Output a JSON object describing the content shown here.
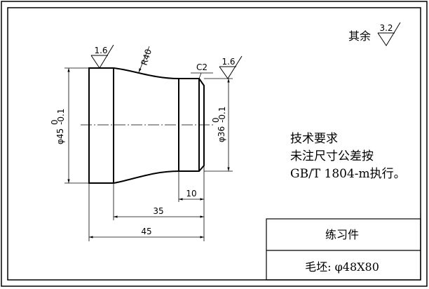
{
  "roughness_other": {
    "prefix": "其余",
    "value": "3.2"
  },
  "roughness_left": "1.6",
  "roughness_right": "1.6",
  "radius_label": "R40",
  "chamfer_label": "C2",
  "dia_left": {
    "base": "φ45",
    "upper": "0",
    "lower": "-0.1"
  },
  "dia_right": {
    "base": "φ36",
    "upper": "0",
    "lower": "-0.1"
  },
  "dims": {
    "d10": "10",
    "d35": "35",
    "d45": "45"
  },
  "tech_requirements": {
    "heading": "技术要求",
    "line1": "未注尺寸公差按",
    "line2": "GB/T 1804-m执行。"
  },
  "title_block": {
    "part_name": "练习件",
    "blank": "毛坯: φ48X80"
  }
}
